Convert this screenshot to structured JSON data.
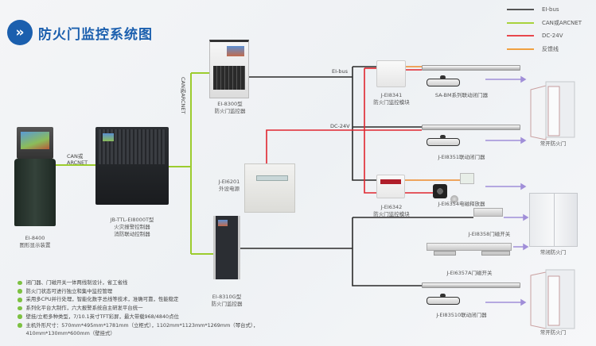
{
  "header": {
    "badge_icon": "»",
    "title": "防火门监控系统图"
  },
  "legend": [
    {
      "label": "EI-bus",
      "color": "#555555"
    },
    {
      "label": "CAN或ARCNET",
      "color": "#a8d23c"
    },
    {
      "label": "DC-24V",
      "color": "#e8474c"
    },
    {
      "label": "反馈线",
      "color": "#f0a040"
    }
  ],
  "colors": {
    "eibus": "#2a2a2a",
    "can": "#9ccc2e",
    "dc24v": "#e0262e",
    "feedback": "#ee8a2a",
    "arrow": "#a08ed8",
    "brand": "#1b5fae"
  },
  "wire_labels": {
    "can_horizontal_line1": "CAN或",
    "can_horizontal_line2": "ARCNET",
    "can_vertical": "CAN或ARCNET",
    "eibus": "EI-bus",
    "dc24v": "DC-24V"
  },
  "devices": {
    "ei8400": {
      "model": "EI-8400",
      "name": "图形显示装置"
    },
    "jb_ttl": {
      "model": "JB-TTL-EI8000T型",
      "name1": "火灾报警控制器",
      "name2": "消防联动控制器"
    },
    "ei8300": {
      "model": "EI-8300型",
      "name": "防火门监控器"
    },
    "ei6201": {
      "model": "J-EI6201",
      "name": "外设电源"
    },
    "ei8310g": {
      "model": "EI-8310G型",
      "name": "防火门监控器"
    },
    "ei8341": {
      "model": "J-EI8341",
      "name": "防火门监控模块"
    },
    "ei6342": {
      "model": "J-EI6342",
      "name": "防火门监控模块"
    },
    "sa_bm": {
      "name": "SA-BM系列联动闭门器"
    },
    "ei8351": {
      "name": "J-EI8351联动闭门器"
    },
    "ei6354": {
      "name": "J-EI6354电磁释放器"
    },
    "ei8358": {
      "name": "J-EI8358门磁开关"
    },
    "ei6357a": {
      "name": "J-EI6357A门磁开关"
    },
    "ei83510": {
      "name": "J-EI83510联动闭门器"
    },
    "door_open_1": {
      "name": "常开防火门"
    },
    "door_closed": {
      "name": "常闭防火门"
    },
    "door_open_2": {
      "name": "常开防火门"
    }
  },
  "features": [
    "闭门器、门磁开关一体两线制设计，省工省线",
    "防火门状态可进行独立和集中监控管理",
    "采用多CPU并行处理，智能化数字总线等技术，准确可靠，性能稳定",
    "系列化平台大制作，六大报警系统自主研发平台统一",
    "壁挂/立柜多种类型，7/10.1英寸TFT彩屏，最大带载968/4840点位",
    "主机外形尺寸：570mm*495mm*1781mm（立柜式），1102mm*1123mm*1269mm（琴台式），"
  ],
  "features_continuation": "410mm*130mm*600mm（壁挂式）"
}
